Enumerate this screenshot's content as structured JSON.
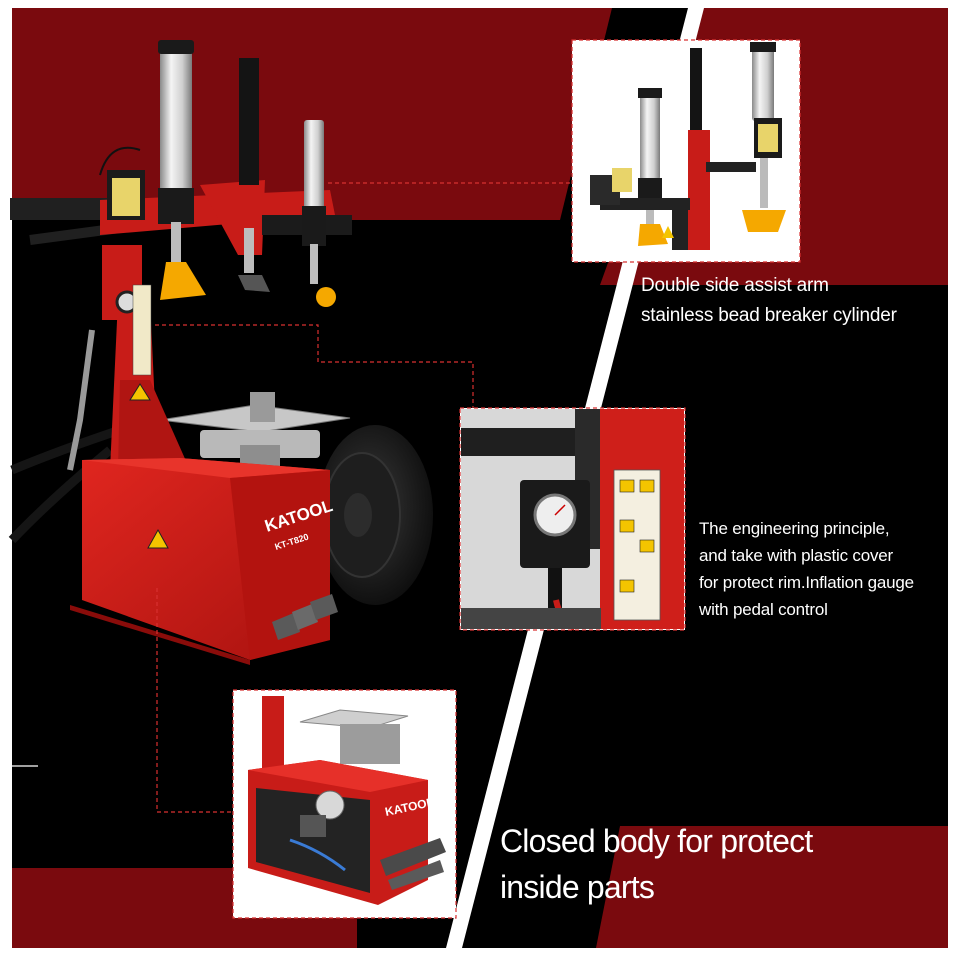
{
  "colors": {
    "background": "#000000",
    "accent_red": "#7a0a0e",
    "machine_red": "#c81c18",
    "dashed_line": "#d83030",
    "text": "#ffffff"
  },
  "brand": {
    "name": "KATOOL",
    "model": "KT-T820"
  },
  "callouts": {
    "assist_arm": {
      "line1": "Double side assist arm",
      "line2": "stainless bead breaker cylinder"
    },
    "inflation": {
      "line1": "The engineering principle,",
      "line2": "and take with plastic cover",
      "line3": "for protect rim.Inflation gauge",
      "line4": "with pedal control"
    },
    "body": {
      "line1": "Closed body for protect",
      "line2": "inside parts"
    }
  }
}
